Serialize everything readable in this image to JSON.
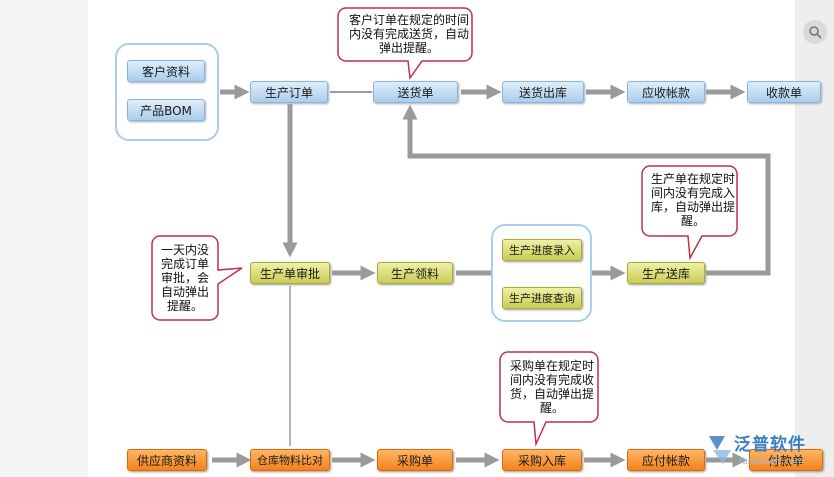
{
  "nodes": {
    "customer_info": "客户资料",
    "product_bom": "产品BOM",
    "production_order": "生产订单",
    "delivery_note": "送货单",
    "delivery_out": "送货出库",
    "receivables": "应收帐款",
    "receipt": "收款单",
    "production_approval": "生产单审批",
    "production_picking": "生产领料",
    "progress_entry": "生产进度录入",
    "progress_query": "生产进度查询",
    "production_delivery": "生产送库",
    "supplier_info": "供应商资料",
    "inventory_compare": "仓库物料比对",
    "purchase_order": "采购单",
    "purchase_in": "采购入库",
    "payables": "应付帐款",
    "payment": "付款单"
  },
  "callouts": {
    "order_delivery_alert": "客户订单在规定的时间内没有完成送货，自动弹出提醒。",
    "approval_alert": "一天内没完成订单审批，会自动弹出提醒。",
    "production_alert": "生产单在规定时间内没有完成入库，自动弹出提醒。",
    "purchase_alert": "采购单在规定时间内没有完成收货，自动弹出提醒。"
  },
  "logo": {
    "brand": "泛普软件",
    "url": "fanpusoft.com"
  },
  "colors": {
    "blue_node": "#a9cdec",
    "olive_node": "#c9cc56",
    "orange_node": "#f4821a",
    "arrow": "#9a9a9a",
    "callout_border": "#c0304a"
  },
  "icons": {
    "zoom": "zoom-icon"
  }
}
